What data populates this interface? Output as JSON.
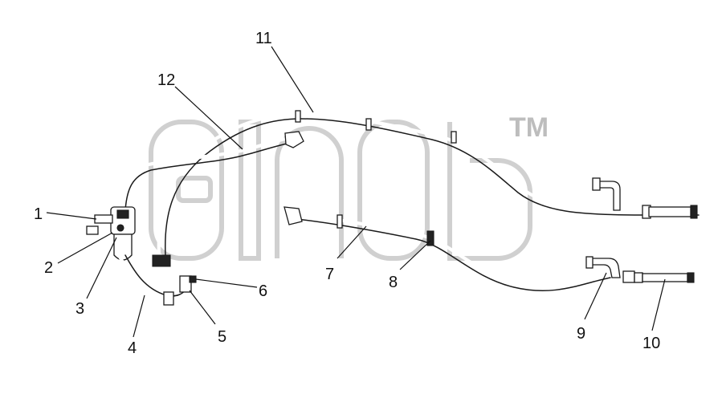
{
  "watermark": {
    "mark": "TM"
  },
  "callouts": {
    "c1": "1",
    "c2": "2",
    "c3": "3",
    "c4": "4",
    "c5": "5",
    "c6": "6",
    "c7": "7",
    "c8": "8",
    "c9": "9",
    "c10": "10",
    "c11": "11",
    "c12": "12"
  }
}
